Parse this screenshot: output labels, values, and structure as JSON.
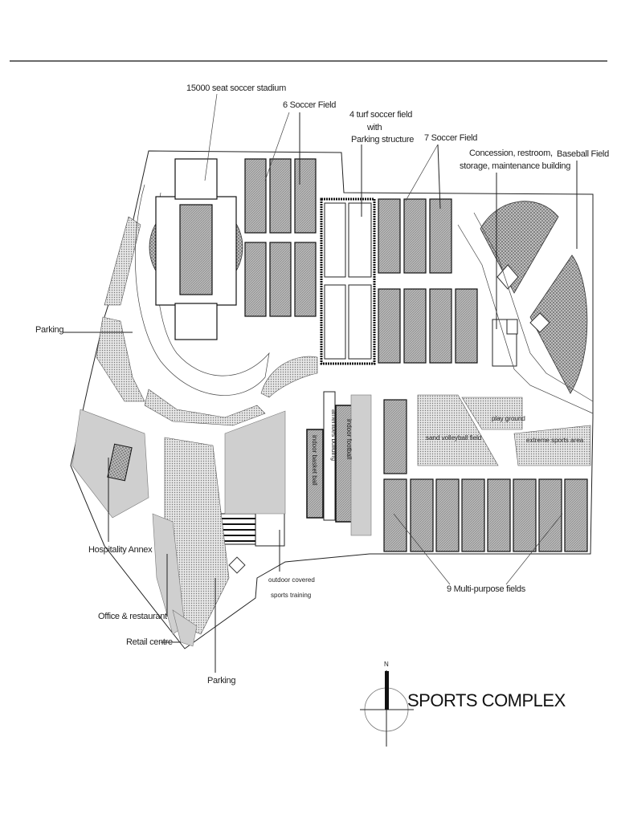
{
  "title": "SPORTS COMPLEX",
  "north": "N",
  "labels": {
    "stadium": "15000 seat soccer stadium",
    "soccer6": "6 Soccer Field",
    "turf_line1": "4 turf soccer field",
    "turf_line2": "with",
    "turf_line3": "Parking structure",
    "soccer7": "7 Soccer Field",
    "concession_line1": "Concession, restroom,",
    "concession_line2": "storage, maintenance building",
    "baseball": "Baseball Field",
    "parking_left": "Parking",
    "amenities": "amenities building",
    "indoor_football": "indoor football",
    "indoor_basketball": "indoor basket ball",
    "playground": "play ground",
    "sand_volleyball": "sand volleyball field",
    "extreme_sports": "extreme sports area",
    "hospitality": "Hospitality Annex",
    "outdoor_line1": "outdoor covered",
    "outdoor_line2": "sports training",
    "multipurpose": "9 Multi-purpose fields",
    "office": "Office & restaurant",
    "retail": "Retail centre",
    "parking_bottom": "Parking"
  }
}
